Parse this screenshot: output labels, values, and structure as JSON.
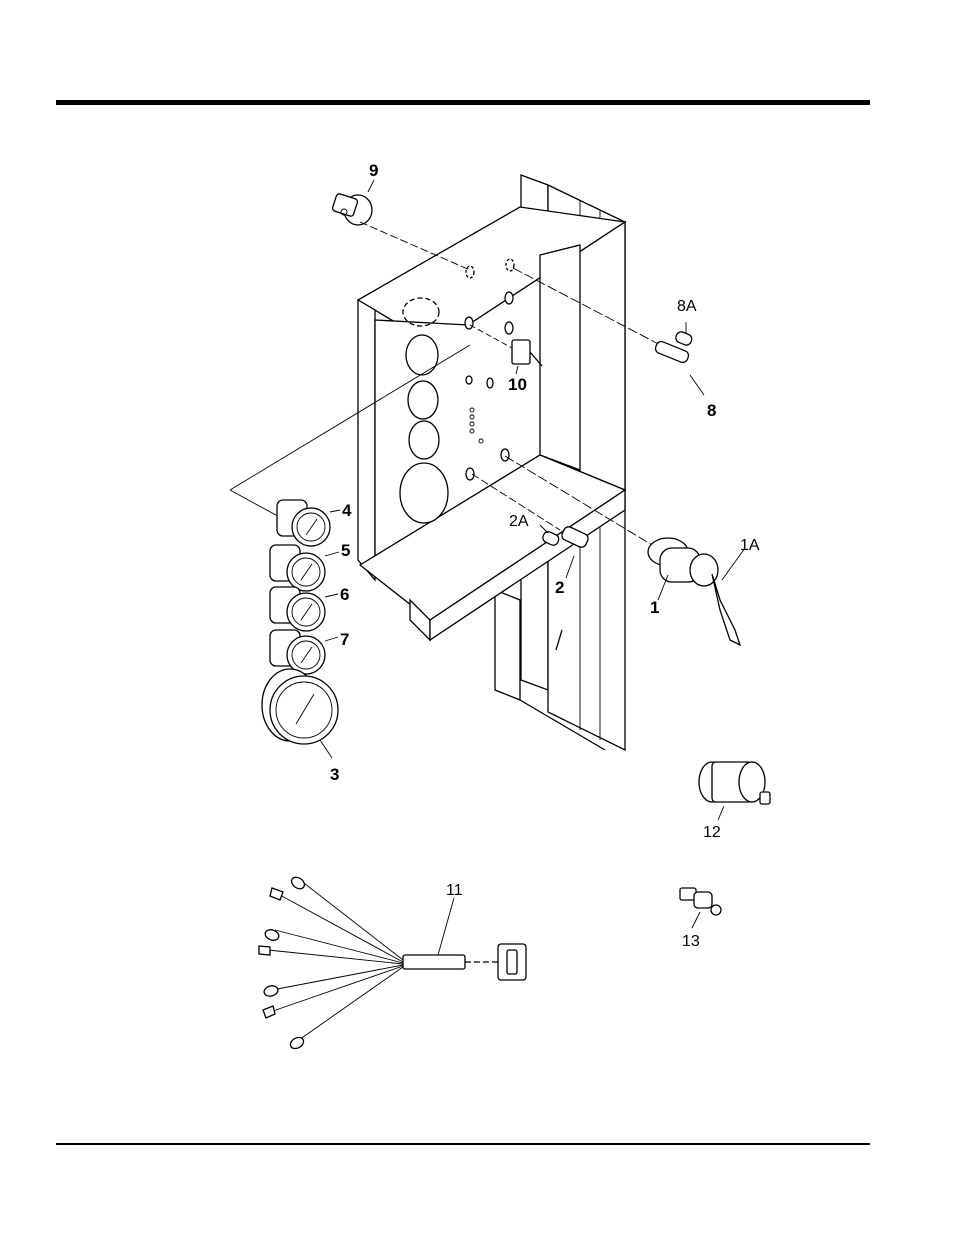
{
  "callouts": {
    "c9": "9",
    "c8A": "8A",
    "c10": "10",
    "c8": "8",
    "c4": "4",
    "c5": "5",
    "c6": "6",
    "c7": "7",
    "c3": "3",
    "c2A": "2A",
    "c2": "2",
    "c1": "1",
    "c1A": "1A",
    "c12": "12",
    "c11": "11",
    "c13": "13"
  }
}
